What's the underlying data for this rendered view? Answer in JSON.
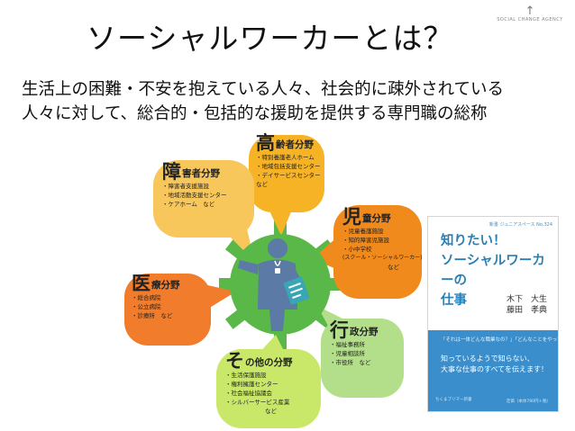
{
  "title": "ソーシャルワーカーとは？",
  "logo": {
    "text": "SOCIAL CHANGE AGENCY",
    "icon": "arrow-up-icon"
  },
  "description": {
    "line1": "生活上の困難・不安を抱えている人々、社会的に疎外されている",
    "line2": "人々に対して、総合的・包括的な援助を提供する専門職の総称"
  },
  "fields": {
    "elderly": {
      "initial": "高",
      "rest": "齢者分野",
      "items": [
        "・特別養護老人ホーム",
        "・地域包括支援センター",
        "・デイサービスセンター",
        "など"
      ],
      "color": "#f7b326"
    },
    "disability": {
      "initial": "障",
      "rest": "害者分野",
      "items": [
        "・障害者支援施設",
        "・地域活動支援センター",
        "・ケアホーム　など"
      ],
      "color": "#f7c75c"
    },
    "child": {
      "initial": "児",
      "rest": "童分野",
      "items": [
        "・児童養護施設",
        "・知的障害児施設",
        "・小中学校",
        "(スクール・ソーシャルワーカー)",
        "など"
      ],
      "color": "#f08a1c"
    },
    "medical": {
      "initial": "医",
      "rest": "療分野",
      "items": [
        "・総合病院",
        "・公立病院",
        "・診療所　など"
      ],
      "color": "#f07c2c"
    },
    "administration": {
      "initial": "行",
      "rest": "政分野",
      "items": [
        "・福祉事務所",
        "・児童相談所",
        "・市役所　など"
      ],
      "color": "#b3df8b"
    },
    "other": {
      "initial": "そ",
      "rest": "の他の分野",
      "items": [
        "・生活保護施設",
        "・権利擁護センター",
        "・社会福祉協議会",
        "・シルバーサービス産業",
        "など"
      ],
      "color": "#c9e86a"
    }
  },
  "center": {
    "color": "#5ab848",
    "icon": "social-worker-icon"
  },
  "book": {
    "series": "新書 ジュニアスペース No.324",
    "title_lines": [
      "知りたい！",
      "ソーシャルワーカーの",
      "仕事"
    ],
    "authors": [
      "木下　大生",
      "藤田　孝典"
    ],
    "tagline": "「それは一体どんな職業なの？」「どんなことをやってるの？」",
    "copy_lines": [
      "知っているようで知らない、",
      "大事な仕事のすべてを伝えます！"
    ],
    "publisher": "ちくまプリマー新書",
    "price": "定価（本体780円＋税）",
    "blue": "#3a8ecb"
  }
}
